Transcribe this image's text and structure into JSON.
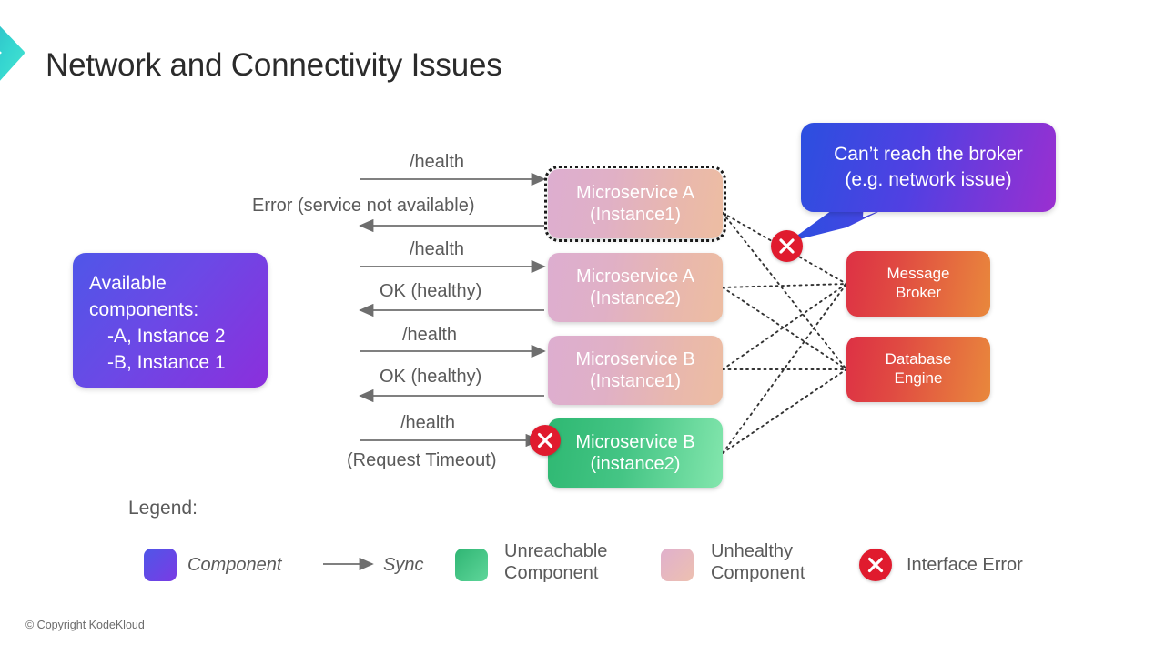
{
  "slide": {
    "title": "Network and Connectivity Issues",
    "footer": "© Copyright KodeKloud",
    "logo_icon": "chevron-right-logo"
  },
  "available_box": {
    "line1": "Available",
    "line2": "components:",
    "line3": "-A, Instance 2",
    "line4": "-B, Instance 1"
  },
  "speech_box": {
    "line1": "Can’t reach the broker",
    "line2": "(e.g. network issue)"
  },
  "services": [
    {
      "name": "Microservice A",
      "instance": "(Instance1)",
      "state": "unhealthy",
      "selected": true
    },
    {
      "name": "Microservice A",
      "instance": "(Instance2)",
      "state": "unhealthy",
      "selected": false
    },
    {
      "name": "Microservice B",
      "instance": "(Instance1)",
      "state": "unhealthy",
      "selected": false
    },
    {
      "name": "Microservice B",
      "instance": "(instance2)",
      "state": "unreachable",
      "selected": false
    }
  ],
  "backends": [
    {
      "line1": "Message",
      "line2": "Broker"
    },
    {
      "line1": "Database",
      "line2": "Engine"
    }
  ],
  "sequence": [
    {
      "request": "/health",
      "response": "Error (service not available)"
    },
    {
      "request": "/health",
      "response": "OK (healthy)"
    },
    {
      "request": "/health",
      "response": "OK (healthy)"
    },
    {
      "request": "/health",
      "response": "(Request Timeout)"
    }
  ],
  "legend": {
    "title": "Legend:",
    "items": [
      {
        "label": "Component",
        "icon": "purple-square-swatch"
      },
      {
        "label": "Sync",
        "icon": "arrow-right-icon"
      },
      {
        "label_line1": "Unreachable",
        "label_line2": "Component",
        "icon": "green-square-swatch"
      },
      {
        "label_line1": "Unhealthy",
        "label_line2": "Component",
        "icon": "pink-square-swatch"
      },
      {
        "label": "Interface Error",
        "icon": "error-x-icon"
      }
    ]
  },
  "colors": {
    "accent_teal": "#35d6d0",
    "component_purple": "#6b49e6",
    "unreachable_green": "#45c585",
    "unhealthy_pink": "#e0b0c6",
    "backend_red": "#dd3144",
    "backend_orange": "#e9883c",
    "error_red": "#e01b2e",
    "arrow_gray": "#6e6e6e",
    "text_gray": "#5a5a5a"
  }
}
